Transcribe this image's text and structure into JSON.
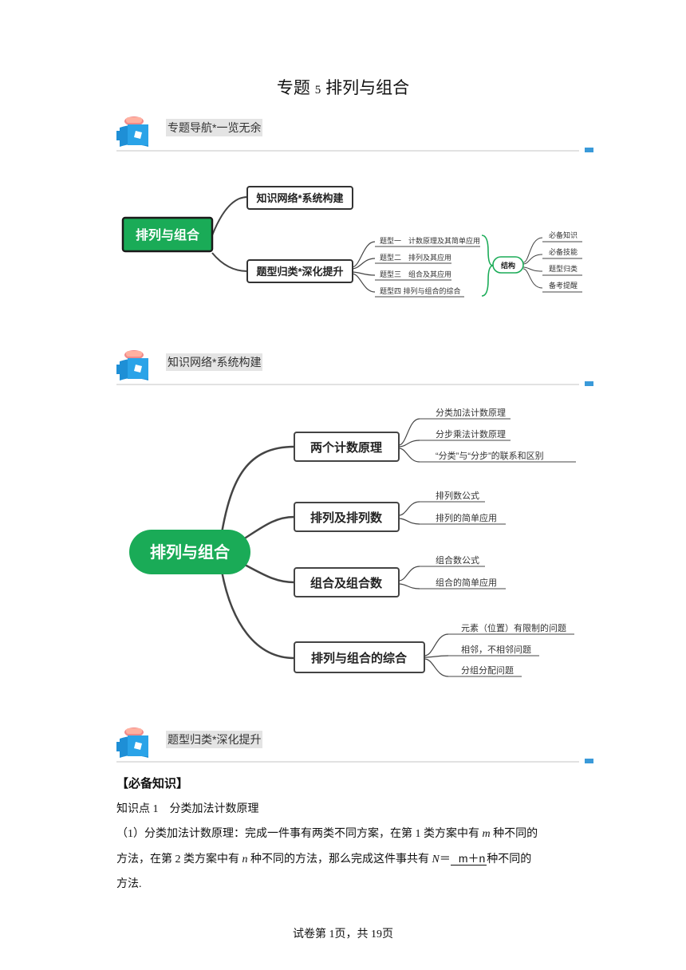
{
  "page_title_prefix": "专题",
  "page_title_num": "5",
  "page_title_main": "排列与组合",
  "sections": {
    "s1_label": "专题导航*一览无余",
    "s2_label": "知识网络*系统构建",
    "s3_label": "题型归类*深化提升"
  },
  "nav_map": {
    "root": "排列与组合",
    "branch1": "知识网络*系统构建",
    "branch2": "题型归类*深化提升",
    "types": [
      "题型一　计数原理及其简单应用",
      "题型二　排列及其应用",
      "题型三　组合及其应用",
      "题型四  排列与组合的综合"
    ],
    "structure": "结构",
    "structure_items": [
      "必备知识",
      "必备技能",
      "题型归类",
      "备考提醒"
    ]
  },
  "knowledge_map": {
    "root": "排列与组合",
    "topics": [
      {
        "label": "两个计数原理",
        "items": [
          "分类加法计数原理",
          "分步乘法计数原理",
          "“分类”与“分步”的联系和区别"
        ]
      },
      {
        "label": "排列及排列数",
        "items": [
          "排列数公式",
          "排列的简单应用"
        ]
      },
      {
        "label": "组合及组合数",
        "items": [
          "组合数公式",
          "组合的简单应用"
        ]
      },
      {
        "label": "排列与组合的综合",
        "items": [
          "元素（位置）有限制的问题",
          "相邻，不相邻问题",
          "分组分配问题"
        ]
      }
    ]
  },
  "content": {
    "heading": "【必备知识】",
    "point1": "知识点 1　分类加法计数原理",
    "para_a": "（1）分类加法计数原理：完成一件事有两类不同方案，在第 1 类方案中有",
    "var_m": "m",
    "para_b": "种不同的",
    "line2_a": "方法，在第 2 类方案中有",
    "var_n": "n",
    "line2_b": "种不同的方法，那么完成这件事共有",
    "var_N": "N",
    "eq": "＝",
    "answer": "m＋n",
    "line2_c": "种不同的",
    "line3": "方法."
  },
  "footer": "试卷第 1页，共 19页",
  "colors": {
    "green": "#1aab57",
    "accent_blue": "#3a9ad9"
  }
}
